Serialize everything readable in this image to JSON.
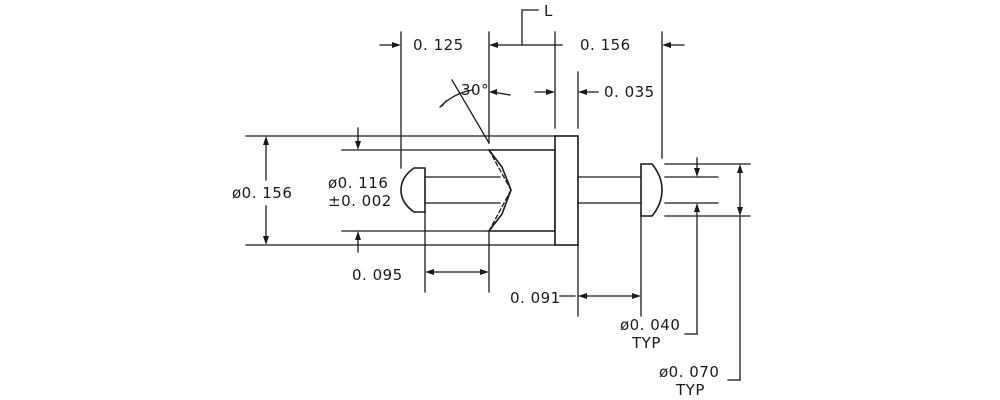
{
  "drawing": {
    "label_L": "L",
    "dim_0125": "0. 125",
    "dim_0156_top": "0. 156",
    "angle_30": "30°",
    "dim_0035": "0. 035",
    "dia_0156": "ø0. 156",
    "dia_0116": "ø0. 116",
    "tol_0002": "±0. 002",
    "dim_0095": "0. 095",
    "dim_0091": "0. 091",
    "dia_0040": "ø0. 040",
    "typ_1": "TYP",
    "dia_0070": "ø0. 070",
    "typ_2": "TYP"
  }
}
